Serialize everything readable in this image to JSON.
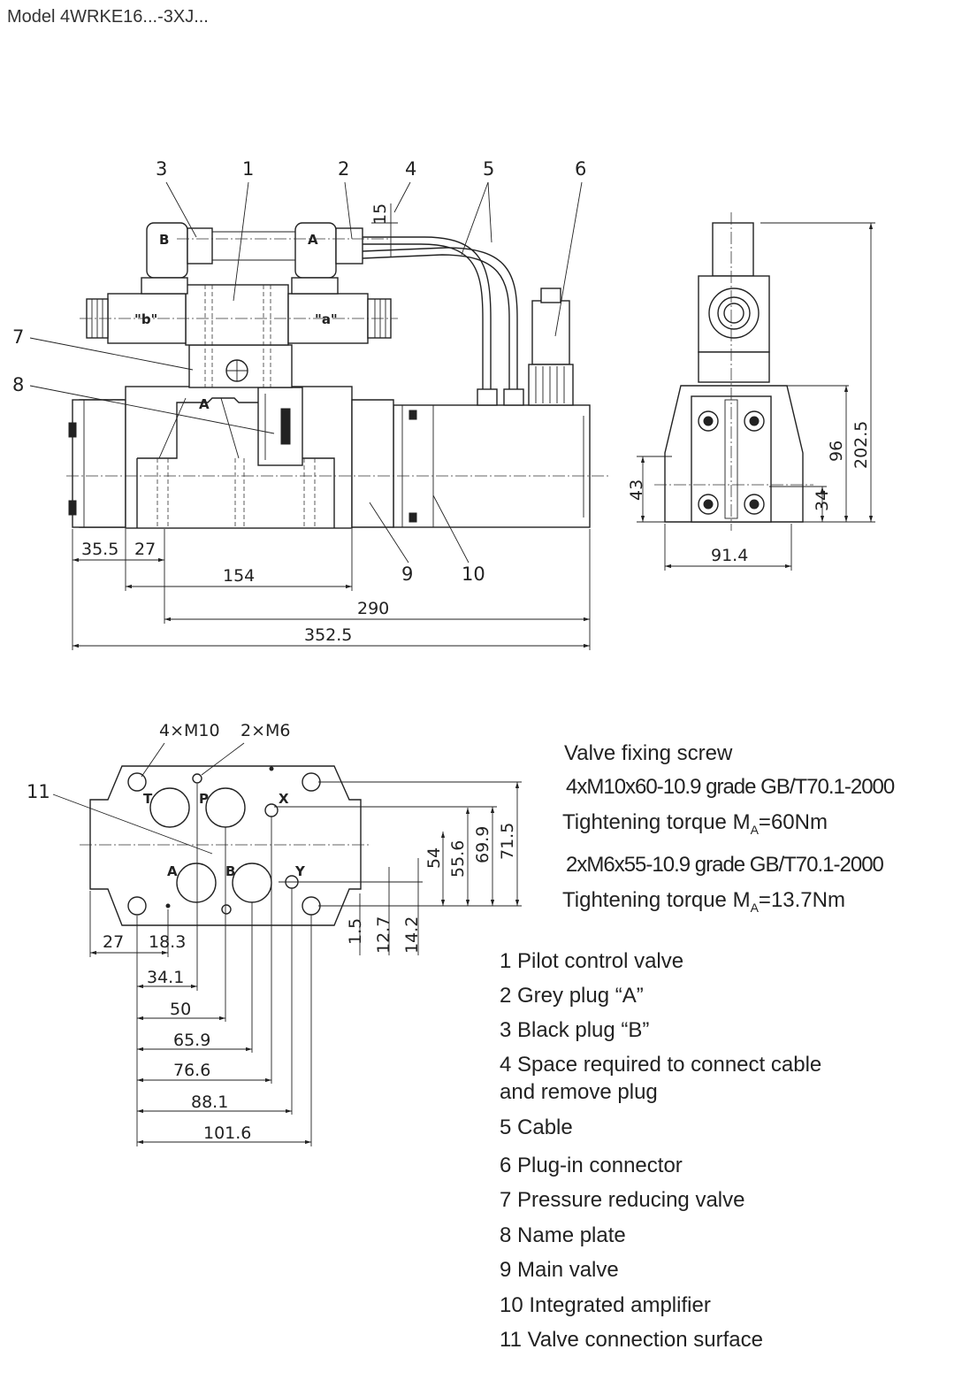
{
  "title": "Model 4WRKE16...-3XJ...",
  "callouts": [
    "1",
    "2",
    "3",
    "4",
    "5",
    "6",
    "7",
    "8",
    "9",
    "10",
    "11"
  ],
  "plug_letters": {
    "b": "B",
    "a": "A"
  },
  "solenoid_labels": {
    "b": "\"b\"",
    "a": "\"a\""
  },
  "ports": {
    "T": "T",
    "P": "P",
    "X": "X",
    "A": "A",
    "B": "B",
    "Y": "Y"
  },
  "body_port_label": "A",
  "dimensions": {
    "front": {
      "gap": "15",
      "d35_5": "35.5",
      "d27": "27",
      "d154": "154",
      "d290": "290",
      "d352_5": "352.5"
    },
    "side": {
      "h43": "43",
      "h34": "34",
      "h96": "96",
      "h202_5": "202.5",
      "w91_4": "91.4"
    },
    "surface": {
      "horizontal": [
        "27",
        "18.3",
        "34.1",
        "50",
        "65.9",
        "76.6",
        "88.1",
        "101.6"
      ],
      "vertical": [
        "1.5",
        "12.7",
        "14.2",
        "54",
        "55.6",
        "69.9",
        "71.5"
      ],
      "threads": [
        "4×M10",
        "2×M6"
      ]
    }
  },
  "fixing": {
    "title": "Valve fixing screw",
    "screw1": "4xM10x60-10.9 grade GB/T70.1-2000",
    "torque1_prefix": "Tightening torque M",
    "torque1_sub": "A",
    "torque1_value": "=60Nm",
    "screw2": "2xM6x55-10.9 grade GB/T70.1-2000",
    "torque2_prefix": "Tightening torque M",
    "torque2_sub": "A",
    "torque2_value": "=13.7Nm"
  },
  "legend": [
    "1 Pilot control valve",
    "2 Grey plug “A”",
    "3 Black plug “B”",
    "4 Space required to connect cable",
    "and remove plug",
    "5 Cable",
    "6 Plug-in connector",
    "7 Pressure reducing valve",
    "8 Name plate",
    "9 Main valve",
    "10 Integrated amplifier",
    "11 Valve connection surface"
  ]
}
